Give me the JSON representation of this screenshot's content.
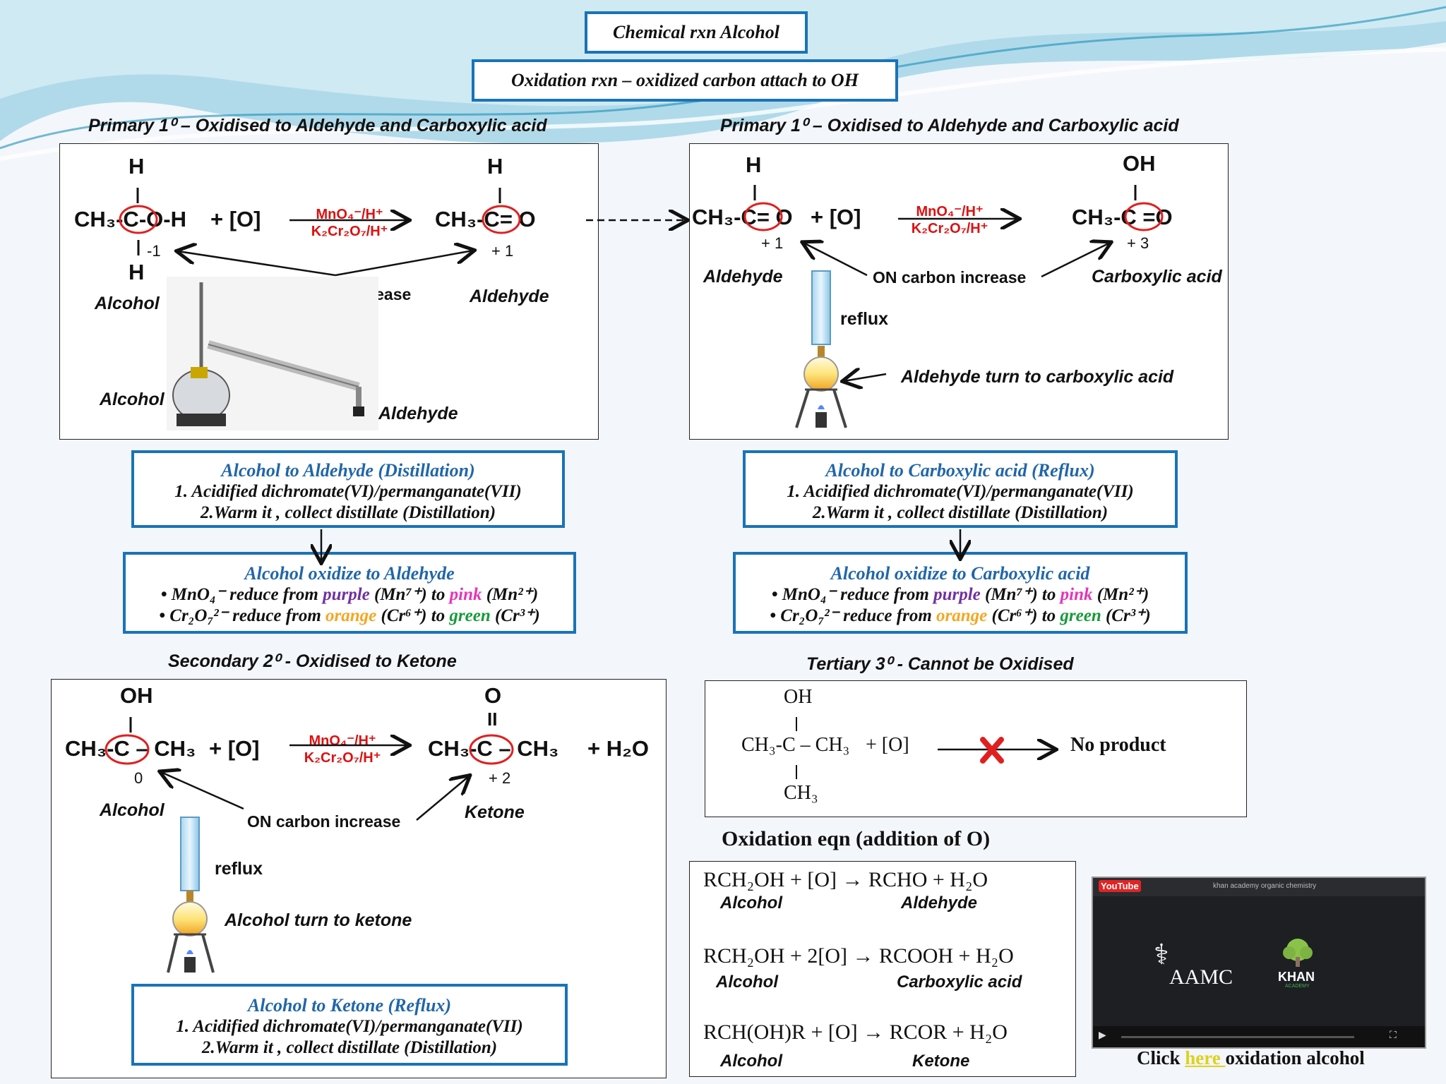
{
  "title": "Chemical rxn Alcohol",
  "subtitle": "Oxidation rxn – oxidized carbon attach to OH",
  "primary_left": {
    "header": "Primary 1⁰ – Oxidised to Aldehyde and Carboxylic acid",
    "h_top1": "H",
    "h_top2": "H",
    "h_bottom": "H",
    "reactant": "CH₃-C-O-H",
    "oxidant": "+ [O]",
    "product": "CH₃-C= O",
    "reagent1": "MnO₄⁻/H⁺",
    "reagent2": "K₂Cr₂O₇/H⁺",
    "on_reactant": "-1",
    "on_product": "+ 1",
    "label_reactant": "Alcohol",
    "on_increase": "ON carbon increase",
    "label_product": "Aldehyde",
    "app_left": "Alcohol",
    "app_mid": "distillation",
    "app_right": "Aldehyde"
  },
  "primary_right": {
    "header": "Primary 1⁰ – Oxidised to Aldehyde and Carboxylic acid",
    "h_top": "H",
    "oh_top": "OH",
    "reactant": "CH₃-C= O",
    "oxidant": "+  [O]",
    "product": "CH₃-C =O",
    "reagent1": "MnO₄⁻/H⁺",
    "reagent2": "K₂Cr₂O₇/H⁺",
    "on_reactant": "+ 1",
    "on_product": "+ 3",
    "label_reactant": "Aldehyde",
    "on_increase": "ON carbon increase",
    "label_product": "Carboxylic acid",
    "reflux": "reflux",
    "note": "Aldehyde turn to carboxylic acid"
  },
  "box_distill": {
    "heading": "Alcohol to Aldehyde (Distillation)",
    "line1": "1. Acidified dichromate(VI)/permanganate(VII)",
    "line2": "2.Warm it , collect distillate (Distillation)"
  },
  "box_reflux_acid": {
    "heading": "Alcohol to Carboxylic acid (Reflux)",
    "line1": "1. Acidified dichromate(VI)/permanganate(VII)",
    "line2": "2.Warm it , collect distillate (Distillation)"
  },
  "box_ox_ald": {
    "heading": "Alcohol oxidize to Aldehyde",
    "mn_pre": "• MnO₄⁻ reduce from ",
    "purple": "purple",
    "mn_mid": " (Mn⁷⁺) to ",
    "pink": "pink",
    "mn_end": " (Mn²⁺)",
    "cr_pre": "• Cr₂O₇²⁻ reduce from ",
    "orange": "orange",
    "cr_mid": " (Cr⁶⁺) to ",
    "green": "green",
    "cr_end": " (Cr³⁺)"
  },
  "box_ox_acid": {
    "heading": "Alcohol oxidize to Carboxylic acid",
    "mn_pre": "• MnO₄⁻ reduce from ",
    "purple": "purple",
    "mn_mid": " (Mn⁷⁺) to ",
    "pink": "pink",
    "mn_end": " (Mn²⁺)",
    "cr_pre": "• Cr₂O₇²⁻ reduce from ",
    "orange": "orange",
    "cr_mid": " (Cr⁶⁺) to ",
    "green": "green",
    "cr_end": " (Cr³⁺)"
  },
  "secondary": {
    "header": "Secondary 2⁰  - Oxidised to Ketone",
    "oh_top": "OH",
    "o_top": "O",
    "dbl": "II",
    "reactant": "CH₃-C – CH₃",
    "oxidant": "+  [O]",
    "product": "CH₃-C – CH₃",
    "water": "+  H₂O",
    "reagent1": "MnO₄⁻/H⁺",
    "reagent2": "K₂Cr₂O₇/H⁺",
    "on_reactant": "0",
    "on_product": "+ 2",
    "label_reactant": "Alcohol",
    "on_increase": "ON carbon increase",
    "label_product": "Ketone",
    "reflux": "reflux",
    "note": "Alcohol turn to ketone"
  },
  "box_ketone": {
    "heading": "Alcohol to Ketone (Reflux)",
    "line1": "1. Acidified dichromate(VI)/permanganate(VII)",
    "line2": "2.Warm it , collect distillate (Distillation)"
  },
  "tertiary": {
    "header": "Tertiary 3⁰  - Cannot be Oxidised",
    "oh_top": "OH",
    "reactant": "CH₃-C – CH₃",
    "oxidant": "+  [O]",
    "ch3_bottom": "CH₃",
    "result": "No product"
  },
  "equations": {
    "heading": "Oxidation eqn (addition of O)",
    "rows": [
      {
        "eq": "RCH₂OH  + [O]    →  RCHO    + H₂O",
        "left": "Alcohol",
        "right": "Aldehyde"
      },
      {
        "eq": "RCH₂OH  + 2[O]   →  RCOOH + H₂O",
        "left": "Alcohol",
        "right": "Carboxylic acid"
      },
      {
        "eq": "RCH(OH)R + [O] →  RCOR    + H₂O",
        "left": "Alcohol",
        "right": "Ketone"
      }
    ]
  },
  "video": {
    "brand": "YouTube",
    "top_text": "khan academy organic chemistry",
    "logo1": "AAMC",
    "logo2": "KHAN",
    "logo2_sub": "ACADEMY"
  },
  "link": {
    "pre": "Click ",
    "here": "here ",
    "post": " oxidation alcohol"
  },
  "colors": {
    "box_border": "#1a73b8",
    "heading_blue": "#2166a8",
    "reagent_red": "#dd1111",
    "circle_red": "#e02020"
  }
}
